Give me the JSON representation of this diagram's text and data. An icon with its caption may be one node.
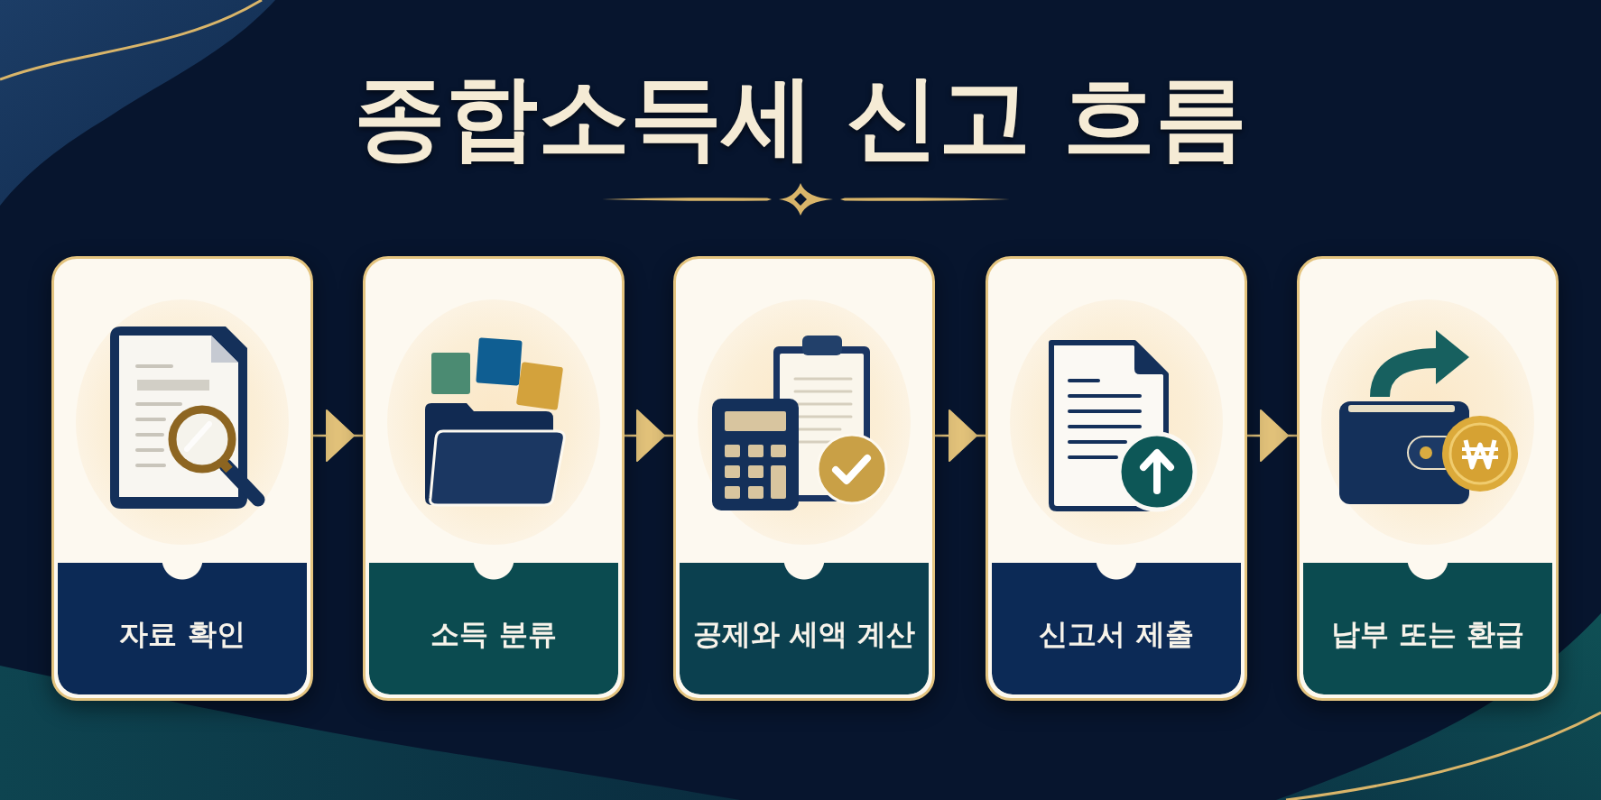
{
  "diagram": {
    "title": "종합소득세 신고 흐름",
    "nodes": [
      {
        "text": [
          "자료 확인"
        ]
      },
      {
        "text": [
          "소득 분류"
        ]
      },
      {
        "text": [
          "공제와 세액 계산"
        ]
      },
      {
        "text": [
          "신고서 제출"
        ]
      },
      {
        "text": [
          "납부 또는 환급"
        ]
      }
    ],
    "edges": [
      {
        "from": 0,
        "to": 1,
        "arrow": "to"
      },
      {
        "from": 1,
        "to": 2,
        "arrow": "to"
      },
      {
        "from": 2,
        "to": 3,
        "arrow": "to"
      },
      {
        "from": 3,
        "to": 4,
        "arrow": "to"
      }
    ]
  }
}
